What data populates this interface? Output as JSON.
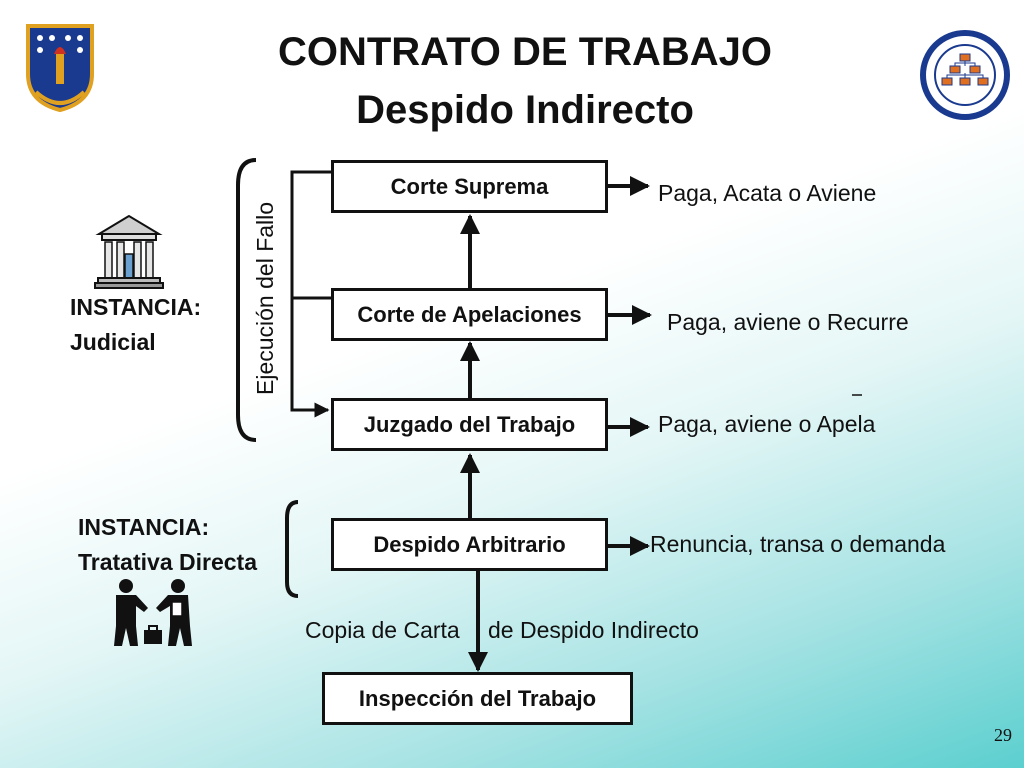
{
  "header": {
    "title": "CONTRATO DE TRABAJO",
    "subtitle": "Despido Indirecto"
  },
  "instances": {
    "judicial": {
      "line1": "INSTANCIA:",
      "line2": "Judicial"
    },
    "directa": {
      "line1": "INSTANCIA:",
      "line2": "Tratativa Directa"
    }
  },
  "vertical_label": "Ejecución del Fallo",
  "boxes": {
    "corte_suprema": "Corte Suprema",
    "corte_apelaciones": "Corte de Apelaciones",
    "juzgado": "Juzgado del Trabajo",
    "despido": "Despido Arbitrario",
    "inspeccion": "Inspección del Trabajo"
  },
  "outcomes": {
    "corte_suprema": "Paga, Acata o Aviene",
    "corte_apelaciones": "Paga, aviene o Recurre",
    "juzgado": "Paga, aviene o Apela",
    "despido": "Renuncia, transa o demanda"
  },
  "copy_label": {
    "left": "Copia  de Carta",
    "right": "de Despido Indirecto"
  },
  "page_number": "29",
  "icons": {
    "left_logo": "university-shield-icon",
    "right_logo": "faculty-seal-icon",
    "court": "courthouse-icon",
    "handshake": "handshake-icon"
  },
  "colors": {
    "background_accent": "#5ccfcf",
    "logo_blue": "#1a3a8f",
    "logo_gold": "#e0a020"
  }
}
